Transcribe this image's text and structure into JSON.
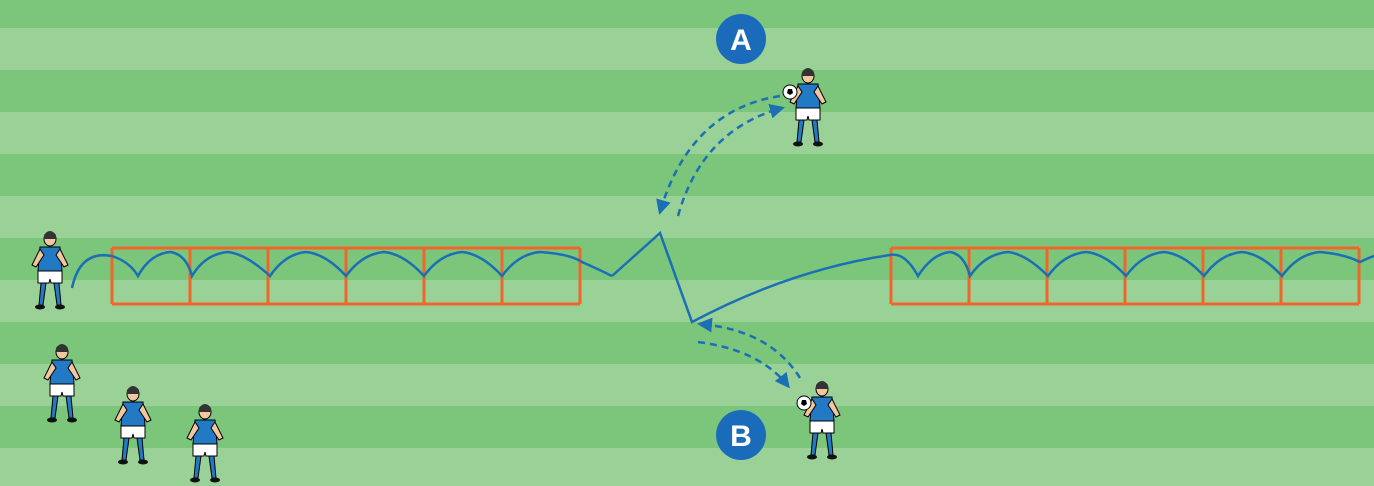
{
  "field": {
    "stripe_colors": [
      "#7bc67b",
      "#9ad196"
    ]
  },
  "colors": {
    "ladder": "#f0662a",
    "path": "#1b6fb5",
    "badge": "#1a6cbb",
    "shirt": "#2279c4",
    "shorts": "#ffffff",
    "skin": "#f2c6a0",
    "hair": "#333333"
  },
  "labels": {
    "a": "A",
    "b": "B"
  },
  "ladders": {
    "left_rungs": 6,
    "right_rungs": 6
  },
  "players": [
    {
      "role": "runner",
      "icon": "player-running-icon"
    },
    {
      "role": "server-a",
      "icon": "player-holding-ball-icon"
    },
    {
      "role": "server-b",
      "icon": "player-holding-ball-icon"
    },
    {
      "role": "waiting-1",
      "icon": "player-waiting-icon"
    },
    {
      "role": "waiting-2",
      "icon": "player-waiting-icon"
    },
    {
      "role": "waiting-3",
      "icon": "player-waiting-icon"
    }
  ]
}
